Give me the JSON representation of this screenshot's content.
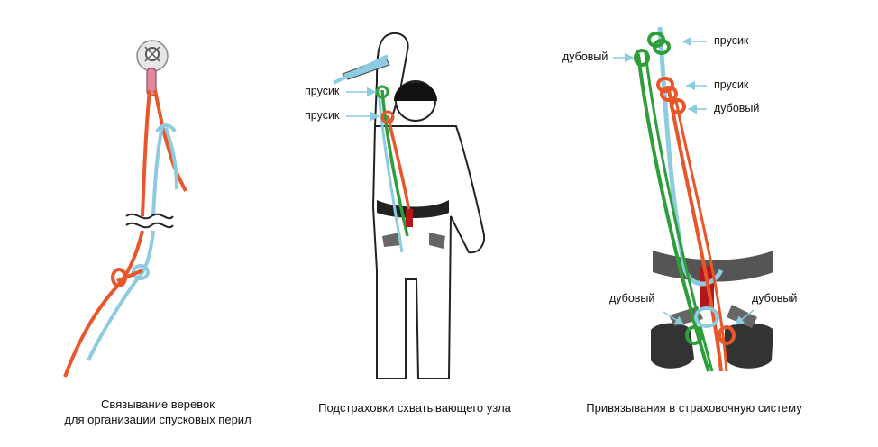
{
  "panel1": {
    "caption_line1": "Связывание веревок",
    "caption_line2": "для организации спусковых перил"
  },
  "panel2": {
    "caption": "Подстраховки схватывающего узла",
    "labels": [
      "прусик",
      "прусик"
    ]
  },
  "panel3": {
    "caption": "Привязывания в страховочную систему",
    "labels": [
      "дубовый",
      "прусик",
      "прусик",
      "дубовый",
      "дубовый",
      "дубовый"
    ]
  },
  "colors": {
    "orange_rope": "#e8562a",
    "blue_rope": "#8ccbe0",
    "green_rope": "#2e9e3a",
    "red_rope": "#b0181e",
    "harness": "#555555",
    "arrow": "#8ccbe0"
  }
}
